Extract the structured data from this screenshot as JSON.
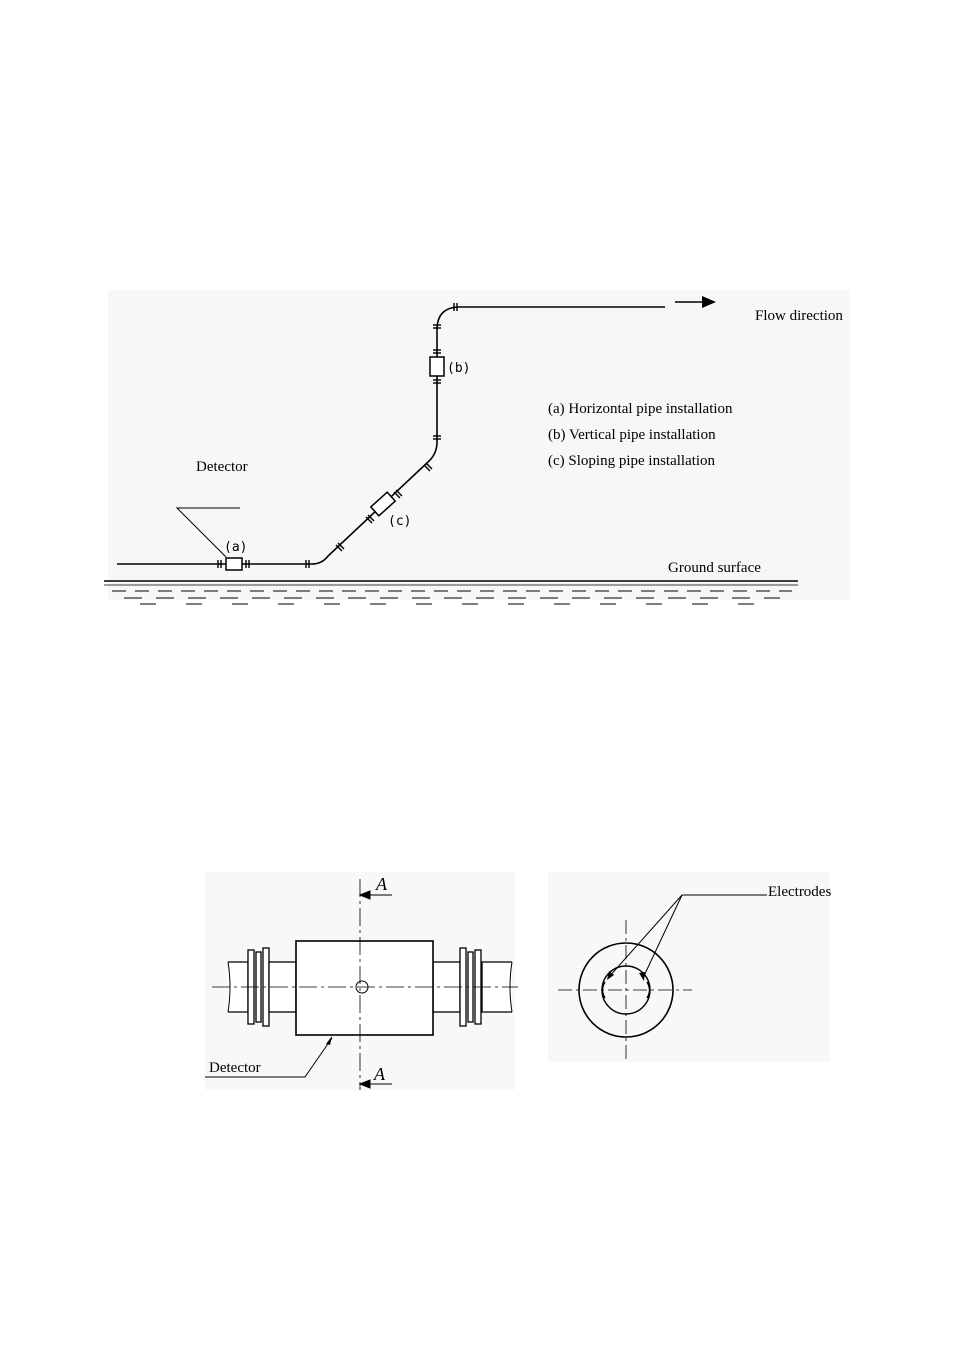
{
  "installation_diagram": {
    "flow_label": "Flow direction",
    "detector_label": "Detector",
    "ground_label": "Ground surface",
    "marker_a": "(a)",
    "marker_b": "(b)",
    "marker_c": "(c)",
    "legend": [
      "(a) Horizontal pipe installation",
      "(b) Vertical pipe installation",
      "(c) Sloping pipe installation"
    ]
  },
  "detector_diagram": {
    "section_mark_top": "A",
    "section_mark_bottom": "A",
    "detector_label": "Detector",
    "electrodes_label": "Electrodes"
  }
}
